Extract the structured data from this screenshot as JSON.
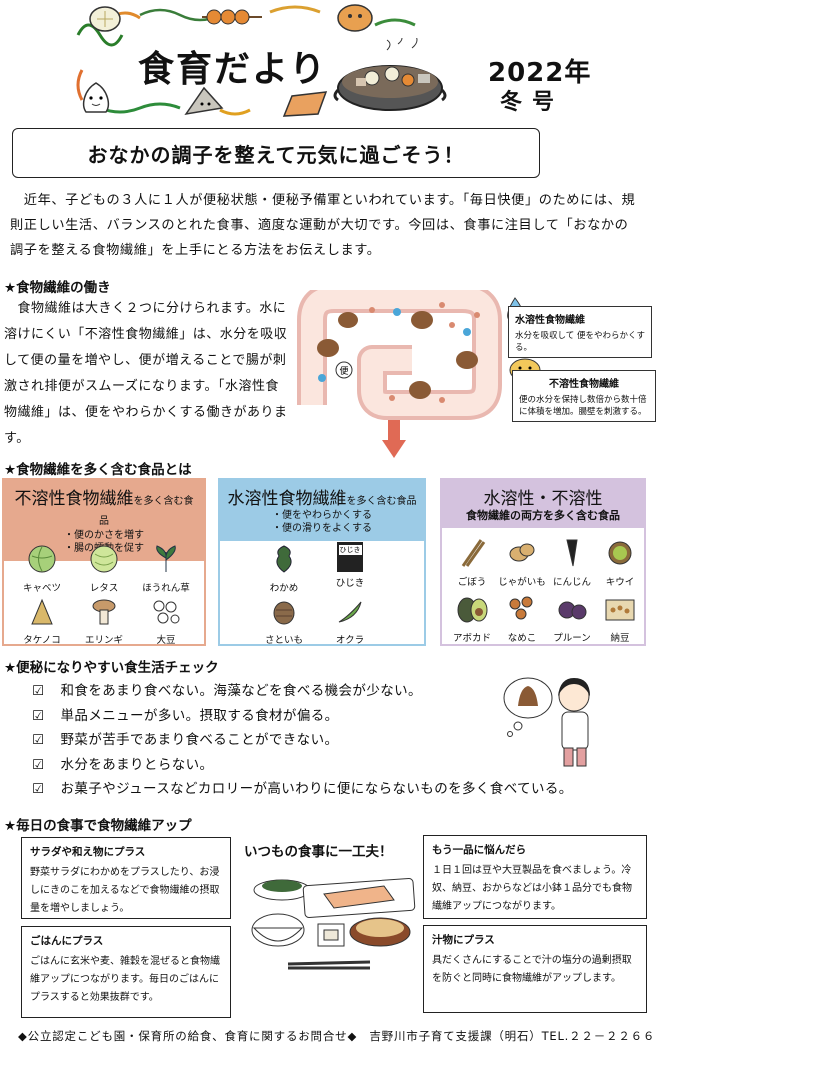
{
  "header": {
    "title": "食育だより",
    "year": "2022年",
    "issue": "冬号"
  },
  "banner": {
    "text": "おなかの調子を整えて元気に過ごそう！"
  },
  "intro": {
    "text": "　近年、子どもの３人に１人が便秘状態・便秘予備軍といわれています。「毎日快便」のためには、規則正しい生活、バランスのとれた食事、適度な運動が大切です。今回は、食事に注目して「おなかの調子を整える食物繊維」を上手にとる方法をお伝えします。"
  },
  "fiber": {
    "heading": "★食物繊維の働き",
    "text": "　食物繊維は大きく２つに分けられます。水に溶けにくい「不溶性食物繊維」は、水分を吸収して便の量を増やし、便が増えることで腸が刺激され排便がスムーズになります。「水溶性食物繊維」は、便をやわらかくする働きがあります。",
    "legend_soluble_title": "水溶性食物繊維",
    "legend_soluble_text": "水分を吸収して 便をやわらかくする。",
    "legend_insoluble_title": "不溶性食物繊維",
    "legend_insoluble_text": "便の水分を保持し数倍から数十倍に体積を増加。腸壁を刺激する。",
    "bubble_label": "便"
  },
  "foods": {
    "heading": "★食物繊維を多く含む食品とは",
    "insoluble": {
      "title": "不溶性食物繊維",
      "suffix": "を多く含む食品",
      "sub1": "・便のかさを増す",
      "sub2": "・腸の蠕動を促す",
      "items": [
        "キャベツ",
        "レタス",
        "ほうれん草",
        "タケノコ",
        "エリンギ",
        "大豆"
      ],
      "color": "#e6a98e"
    },
    "soluble": {
      "title": "水溶性食物繊維",
      "suffix": "を多く含む食品",
      "sub1": "・便をやわらかくする",
      "sub2": "・便の滑りをよくする",
      "items": [
        "わかめ",
        "ひじき",
        "さといも",
        "オクラ"
      ],
      "hijiki_pkg": "ひじき",
      "color": "#9ccbe6"
    },
    "both": {
      "title": "水溶性・不溶性",
      "sub": "食物繊維の両方を多く含む食品",
      "items": [
        "ごぼう",
        "じゃがいも",
        "にんじん",
        "キウイ",
        "アボカド",
        "なめこ",
        "プルーン",
        "納豆"
      ],
      "color": "#d4c2de"
    }
  },
  "check": {
    "heading": "★便秘になりやすい食生活チェック",
    "mark": "☑",
    "items": [
      "和食をあまり食べない。海藻などを食べる機会が少ない。",
      "単品メニューが多い。摂取する食材が偏る。",
      "野菜が苦手であまり食べることができない。",
      "水分をあまりとらない。",
      "お菓子やジュースなどカロリーが高いわりに便にならないものを多く食べている。"
    ]
  },
  "daily": {
    "heading": "★毎日の食事で食物繊維アップ",
    "center_title": "いつもの食事に一工夫！",
    "tips": [
      {
        "title": "サラダや和え物にプラス",
        "text": "野菜サラダにわかめをプラスしたり、お浸しにきのこを加えるなどで食物繊維の摂取量を増やしましょう。"
      },
      {
        "title": "ごはんにプラス",
        "text": "ごはんに玄米や麦、雑穀を混ぜると食物繊維アップにつながります。毎日のごはんにプラスすると効果抜群です。"
      },
      {
        "title": "もう一品に悩んだら",
        "text": "１日１回は豆や大豆製品を食べましょう。冷奴、納豆、おからなどは小鉢１品分でも食物繊維アップにつながります。"
      },
      {
        "title": "汁物にプラス",
        "text": "具だくさんにすることで汁の塩分の過剰摂取を防ぐと同時に食物繊維がアップします。"
      }
    ]
  },
  "footer": {
    "text": "◆公立認定こども園・保育所の給食、食育に関するお問合せ◆　吉野川市子育て支援課（明石）TEL.２２－２２６６"
  }
}
